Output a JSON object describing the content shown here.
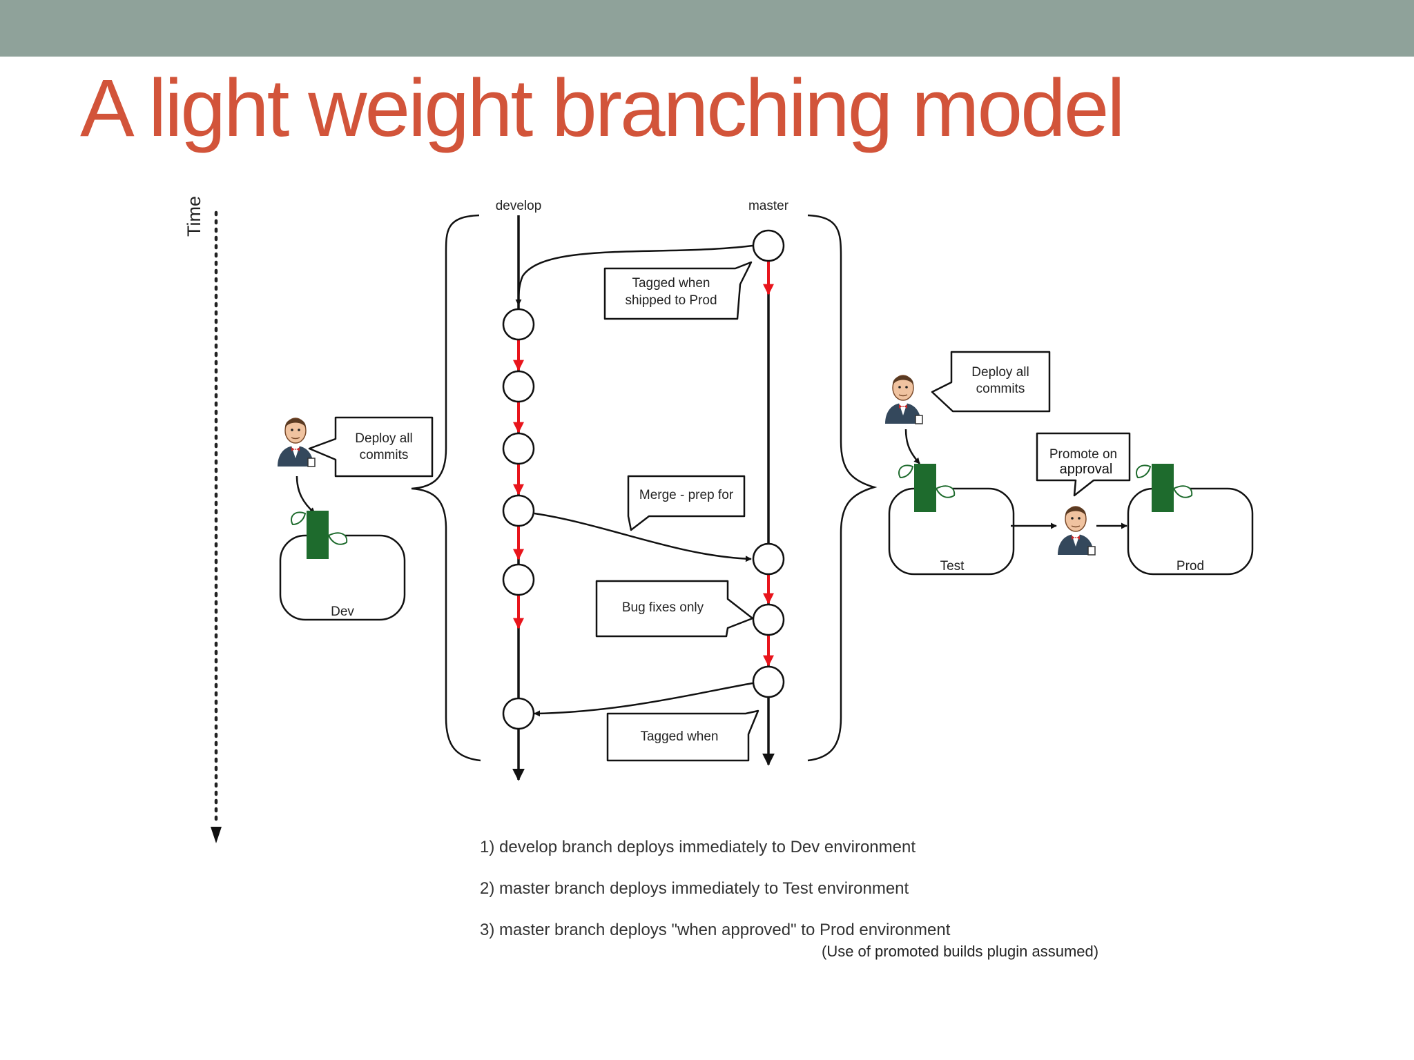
{
  "slide": {
    "title": "A light weight branching model",
    "colors": {
      "title": "#d2543a",
      "topbar": "#8fa29a",
      "background": "#ffffff",
      "arrow_red": "#e8141b",
      "jenkins_leaf": "#1e6b2d"
    }
  },
  "diagram": {
    "time_label": "Time",
    "branches": {
      "develop": "develop",
      "master": "master"
    },
    "callouts": {
      "tagged_shipped_line1": "Tagged when",
      "tagged_shipped_line2": "shipped to Prod",
      "merge_prep": "Merge - prep for",
      "bug_fixes": "Bug fixes only",
      "tagged_when": "Tagged when",
      "deploy_dev_line1": "Deploy all",
      "deploy_dev_line2": "commits",
      "deploy_test_line1": "Deploy all",
      "deploy_test_line2": "commits",
      "promote_line1": "Promote on",
      "promote_line2": "approval"
    },
    "environments": {
      "dev": "Dev",
      "test": "Test",
      "prod": "Prod"
    },
    "icons": [
      "jenkins-butler-icon",
      "deployment-leaf-icon",
      "commit-node-icon"
    ]
  },
  "notes": [
    "1) develop branch deploys immediately to Dev environment",
    "2) master branch deploys immediately to Test environment",
    "3) master branch deploys \"when approved\" to Prod environment"
  ],
  "footnote": "(Use of promoted builds plugin assumed)"
}
